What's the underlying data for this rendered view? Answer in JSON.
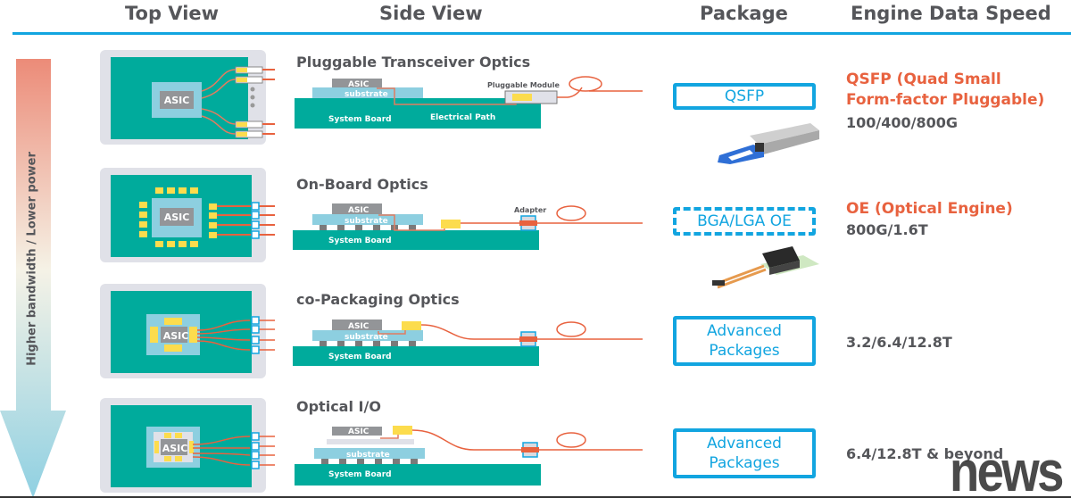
{
  "headers": {
    "top_view": "Top View",
    "side_view": "Side View",
    "package": "Package",
    "engine_data_speed": "Engine Data Speed"
  },
  "arrow": {
    "label": "Higher bandwidth / Lower power",
    "colors": {
      "top": "#ec8b78",
      "middle": "#f3f3e8",
      "bottom": "#8fd0e2"
    }
  },
  "colors": {
    "accent_blue": "#12a5e0",
    "orange_red": "#e8623f",
    "board_teal": "#00ab9c",
    "substrate_blue": "#8dcfe0",
    "chip_gray": "#939598",
    "optic_yellow": "#fcdc4d",
    "text_gray": "#55565a"
  },
  "labels": {
    "asic": "ASIC",
    "substrate": "substrate",
    "system_board": "System Board",
    "electrical_path": "Electrical Path",
    "pluggable_module": "Pluggable Module",
    "adapter": "Adapter"
  },
  "rows": [
    {
      "title": "Pluggable Transceiver Optics",
      "package": "QSFP",
      "package_style": "solid",
      "engine_title": "QSFP (Quad Small\nForm-factor Pluggable)",
      "engine_title_line1": "QSFP (Quad Small",
      "engine_title_line2": "Form-factor Pluggable)",
      "speed": "100/400/800G"
    },
    {
      "title": "On-Board Optics",
      "package": "BGA/LGA OE",
      "package_style": "dashed",
      "engine_title_line1": "OE (Optical Engine)",
      "speed": "800G/1.6T"
    },
    {
      "title": "co-Packaging Optics",
      "package_line1": "Advanced",
      "package_line2": "Packages",
      "package_style": "solid",
      "speed": "3.2/6.4/12.8T"
    },
    {
      "title": "Optical I/O",
      "package_line1": "Advanced",
      "package_line2": "Packages",
      "package_style": "solid",
      "speed": "6.4/12.8T & beyond"
    }
  ],
  "watermark": "news"
}
